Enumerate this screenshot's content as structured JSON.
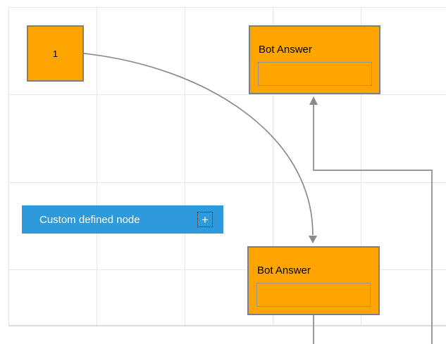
{
  "colors": {
    "node_fill_orange": "#FFA500",
    "node_border_gray": "#7F7F7F",
    "inner_box_border": "#949494",
    "connector_gray": "#8A8A8A",
    "grid_line": "#E7E7E7",
    "page_border": "#DCDCDC",
    "custom_node_blue": "#2E9ADB",
    "node_text_dark": "#000000",
    "custom_node_text": "#FFFFFF"
  },
  "diagram": {
    "start_node": {
      "label": "1"
    },
    "bot_answer_top": {
      "title": "Bot Answer",
      "text_box_value": ""
    },
    "bot_answer_bottom": {
      "title": "Bot Answer",
      "text_box_value": ""
    },
    "custom_node": {
      "label": "Custom defined node",
      "add_icon_glyph": "+"
    }
  }
}
